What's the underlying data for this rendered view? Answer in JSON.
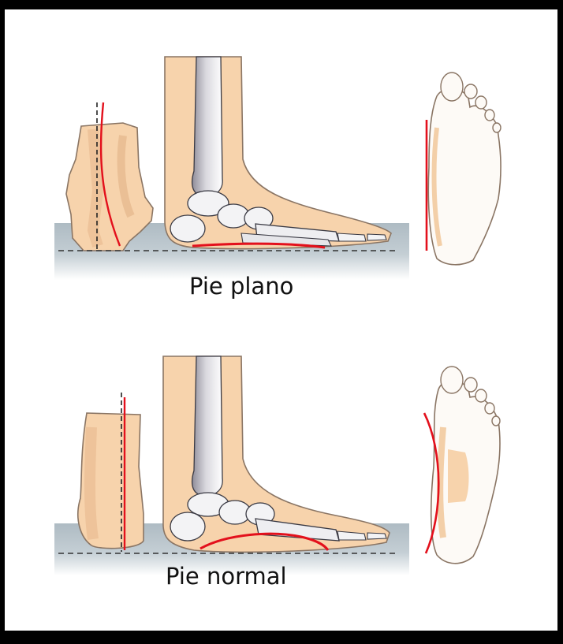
{
  "diagram": {
    "panels": [
      {
        "id": "flat",
        "caption": "Pie plano",
        "views": [
          "rear-view-heel",
          "side-view-skeleton",
          "sole-footprint"
        ],
        "arch": "collapsed"
      },
      {
        "id": "normal",
        "caption": "Pie normal",
        "views": [
          "rear-view-heel",
          "side-view-skeleton",
          "sole-footprint"
        ],
        "arch": "raised"
      }
    ],
    "colors": {
      "skin": "#f7d3ac",
      "skin_shadow": "#e9bd92",
      "outline": "#7d6a5a",
      "bone": "#f2f2f4",
      "bone_shadow": "#9c9aa6",
      "floor": "#b3c0c8",
      "red_line": "#e3101c",
      "dash_line": "#333333",
      "frame": "#000000"
    }
  }
}
